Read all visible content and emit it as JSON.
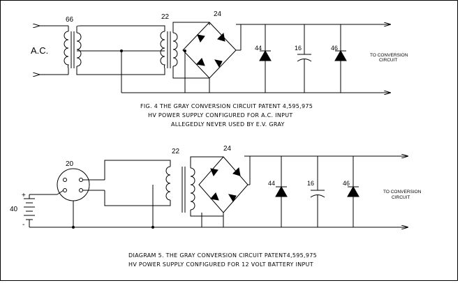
{
  "colors": {
    "line": "#000000",
    "background": "#ffffff"
  },
  "figure4": {
    "ac_label": "A.C.",
    "transformer1_ref": "66",
    "transformer2_ref": "22",
    "bridge_ref": "24",
    "diode1_ref": "44",
    "capacitor_ref": "16",
    "diode2_ref": "46",
    "output_label_line1": "TO CONVERSION",
    "output_label_line2": "CIRCUIT",
    "caption_line1": "FIG. 4  THE GRAY CONVERSION CIRCUIT PATENT 4,595,975",
    "caption_line2": "HV POWER SUPPLY CONFIGURED FOR A.C. INPUT",
    "caption_line3": "ALLEGEDLY NEVER USED BY E.V. GRAY"
  },
  "diagram5": {
    "battery_ref": "40",
    "battery_plus": "+",
    "battery_minus": "-",
    "switch_ref": "20",
    "transformer_ref": "22",
    "bridge_ref": "24",
    "diode1_ref": "44",
    "capacitor_ref": "16",
    "diode2_ref": "46",
    "output_label_line1": "TO CONVERSION",
    "output_label_line2": "CIRCUIT",
    "caption_line1": "DIAGRAM 5.  THE GRAY CONVERSION CIRCUIT PATENT4,595,975",
    "caption_line2": "HV POWER SUPPLY CONFIGURED FOR 12 VOLT BATTERY INPUT"
  }
}
